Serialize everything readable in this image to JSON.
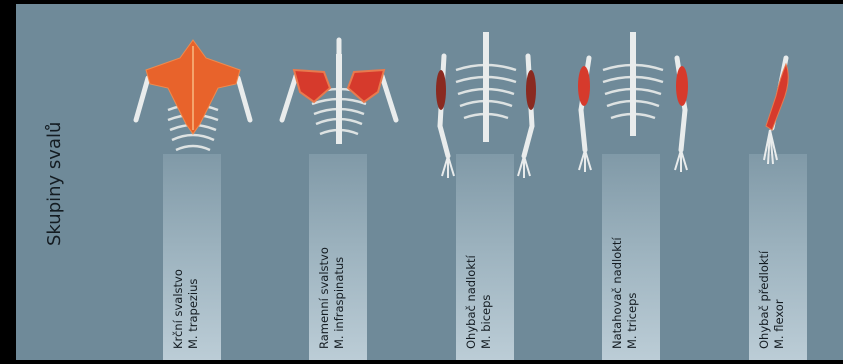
{
  "heading": "Skupiny svalů",
  "colors": {
    "frame": "#000000",
    "panel": "#6f8a99",
    "muscle_trapezius": "#e8632b",
    "muscle_highlight": "#d63a2c",
    "bone": "#e9ecec",
    "text": "#141c22"
  },
  "groups": [
    {
      "name": "Krční svalstvo",
      "latin": "M. trapezius"
    },
    {
      "name": "Ramenní svalstvo",
      "latin": "M. infraspinatus"
    },
    {
      "name": "Ohybač nadloktí",
      "latin": "M. biceps"
    },
    {
      "name": "Natahovač nadloktí",
      "latin": "M. triceps"
    },
    {
      "name": "Ohybač předloktí",
      "latin": "M. flexor"
    }
  ]
}
